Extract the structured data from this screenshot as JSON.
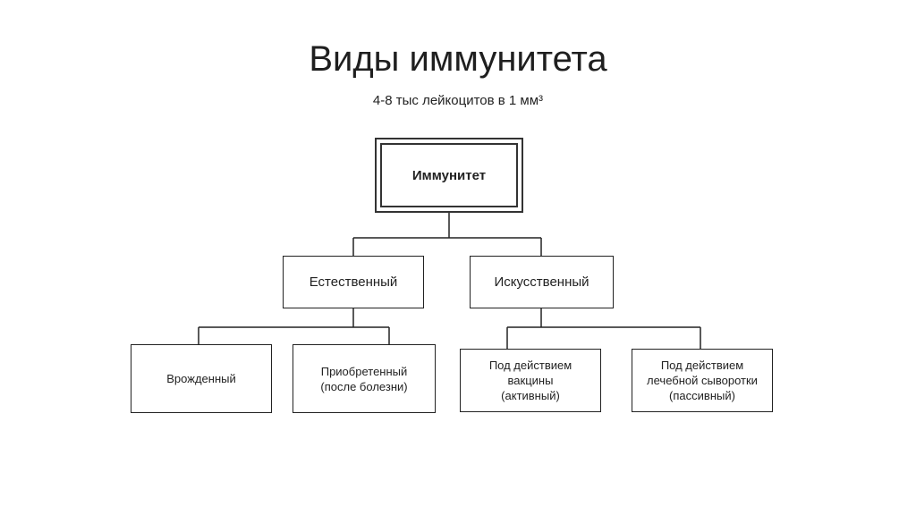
{
  "slide": {
    "title": "Виды иммунитета",
    "subtitle": "4-8 тыс лейкоцитов в  1 мм³"
  },
  "diagram": {
    "root": "Иммунитет",
    "natural": "Естественный",
    "artificial": "Искусственный",
    "innate": "Врожденный",
    "acquired": "Приобретенный\n(после болезни)",
    "vaccine": "Под действием\nвакцины\n(активный)",
    "serum": "Под действием\nлечебной сыворотки\n(пассивный)"
  }
}
